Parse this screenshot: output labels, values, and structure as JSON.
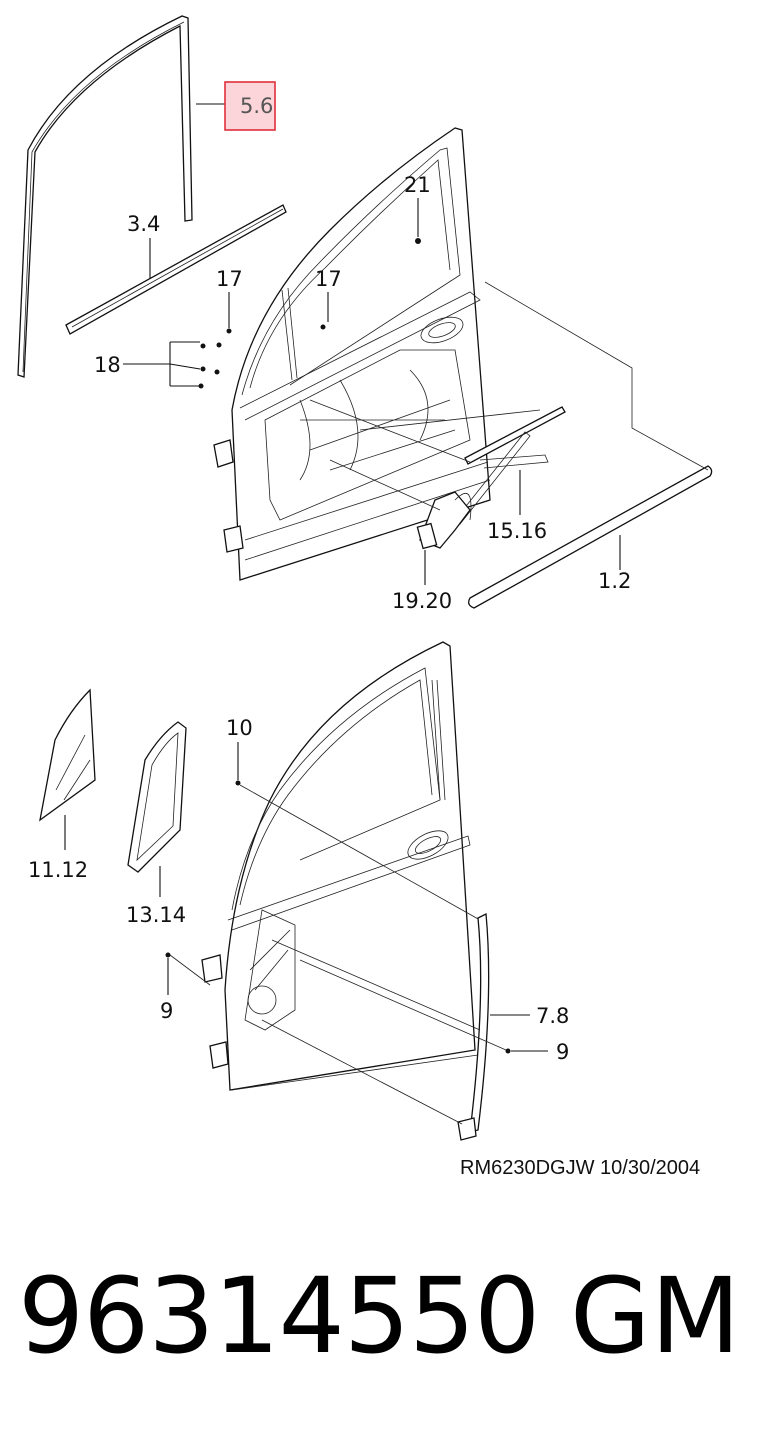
{
  "labels": {
    "l_5_6": "5.6",
    "l_3_4": "3.4",
    "l_21": "21",
    "l_17a": "17",
    "l_17b": "17",
    "l_18": "18",
    "l_15_16": "15.16",
    "l_19_20": "19.20",
    "l_1_2": "1.2",
    "l_10": "10",
    "l_11_12": "11.12",
    "l_13_14": "13.14",
    "l_9a": "9",
    "l_7_8": "7.8",
    "l_9b": "9"
  },
  "reference": "RM6230DGJW  10/30/2004",
  "part_number": "96314550",
  "brand": "GM",
  "colors": {
    "highlight_border": "#e0303a",
    "highlight_fill": "#fbd5da"
  }
}
